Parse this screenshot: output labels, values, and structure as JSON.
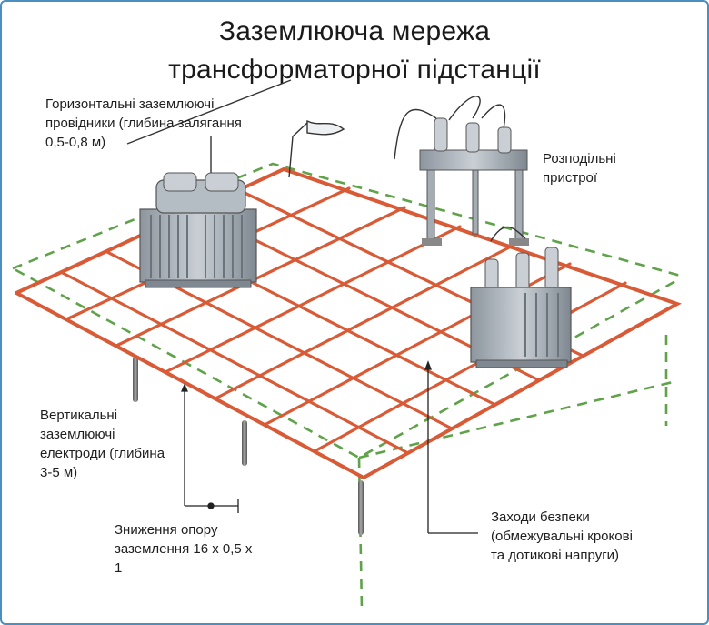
{
  "title": {
    "line1": "Заземлююча мережа",
    "line2": "трансформаторної підстанції"
  },
  "labels": {
    "horizontal": [
      "Горизонтальні заземлюючі",
      "провідники (глибина залягання",
      "0,5-0,8 м)"
    ],
    "switchgear": [
      "Розподільні",
      "пристрої"
    ],
    "vertical": [
      "Вертикальні",
      "заземлюючі",
      "електроди (глибина",
      "3-5 м)"
    ],
    "resistance": [
      "Зниження опору",
      "заземлення 16 х 0,5 х",
      "1"
    ],
    "safety": [
      "Заходи безпеки",
      "(обмежувальні крокові",
      "та дотикові напруги)"
    ]
  },
  "colors": {
    "grid": "#d95a36",
    "boundary": "#5fa24a",
    "frame": "#4a8fc0",
    "equipment": "#9aa3ac",
    "electrode": "#6c6c6c"
  }
}
